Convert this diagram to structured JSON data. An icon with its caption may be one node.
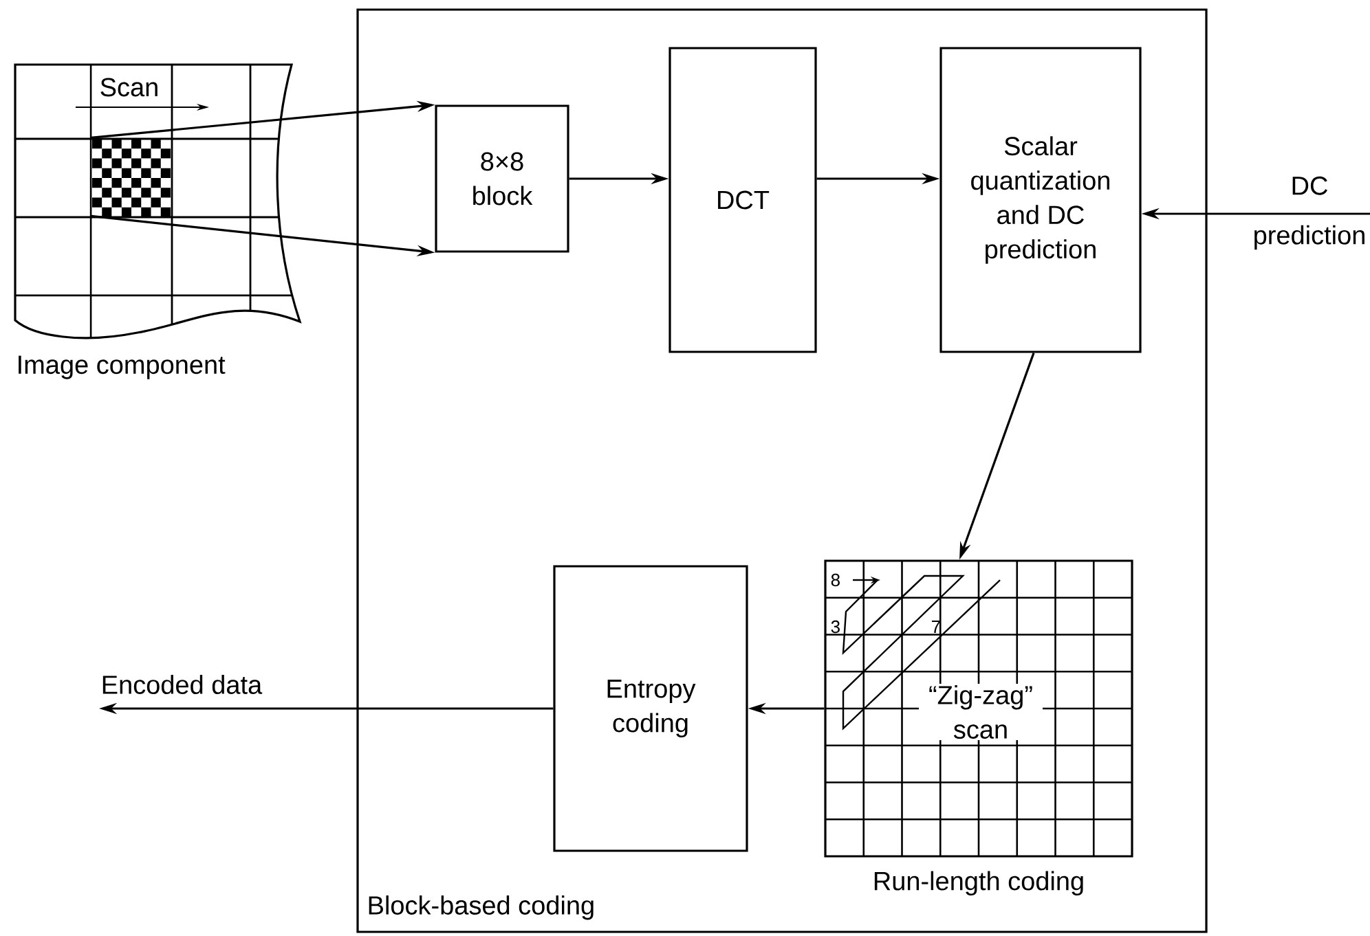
{
  "diagram": {
    "nodes": [
      {
        "text": [
          "Block-based coding"
        ]
      },
      {
        "text": [],
        "shape": "picture",
        "beside": [
          "Image component"
        ]
      },
      {
        "text": [
          "8×8 block"
        ],
        "in": 0
      },
      {
        "text": [
          "DCT"
        ],
        "in": 0
      },
      {
        "text": [
          "Scalar quantization and DC prediction"
        ],
        "in": 0
      },
      {
        "text": [
          "“Zig-zag” scan",
          "8",
          "3",
          "7"
        ],
        "in": 0,
        "beside": [
          "Run-length coding"
        ]
      },
      {
        "text": [
          "Entropy coding"
        ],
        "in": 0
      }
    ],
    "edges": [
      {
        "from": 1,
        "to": 2,
        "arrow": "to"
      },
      {
        "from": 1,
        "to": 2,
        "arrow": "to"
      },
      {
        "from": 2,
        "to": 3,
        "arrow": "to"
      },
      {
        "from": 3,
        "to": 4,
        "arrow": "to"
      },
      {
        "from": null,
        "to": 4,
        "arrow": "to",
        "label": "DC prediction"
      },
      {
        "from": 4,
        "to": 5,
        "arrow": "to"
      },
      {
        "from": 5,
        "to": 6,
        "arrow": "to"
      },
      {
        "from": 6,
        "to": null,
        "arrow": "to",
        "label": "Encoded data"
      }
    ],
    "labels": [
      "Scan"
    ]
  }
}
